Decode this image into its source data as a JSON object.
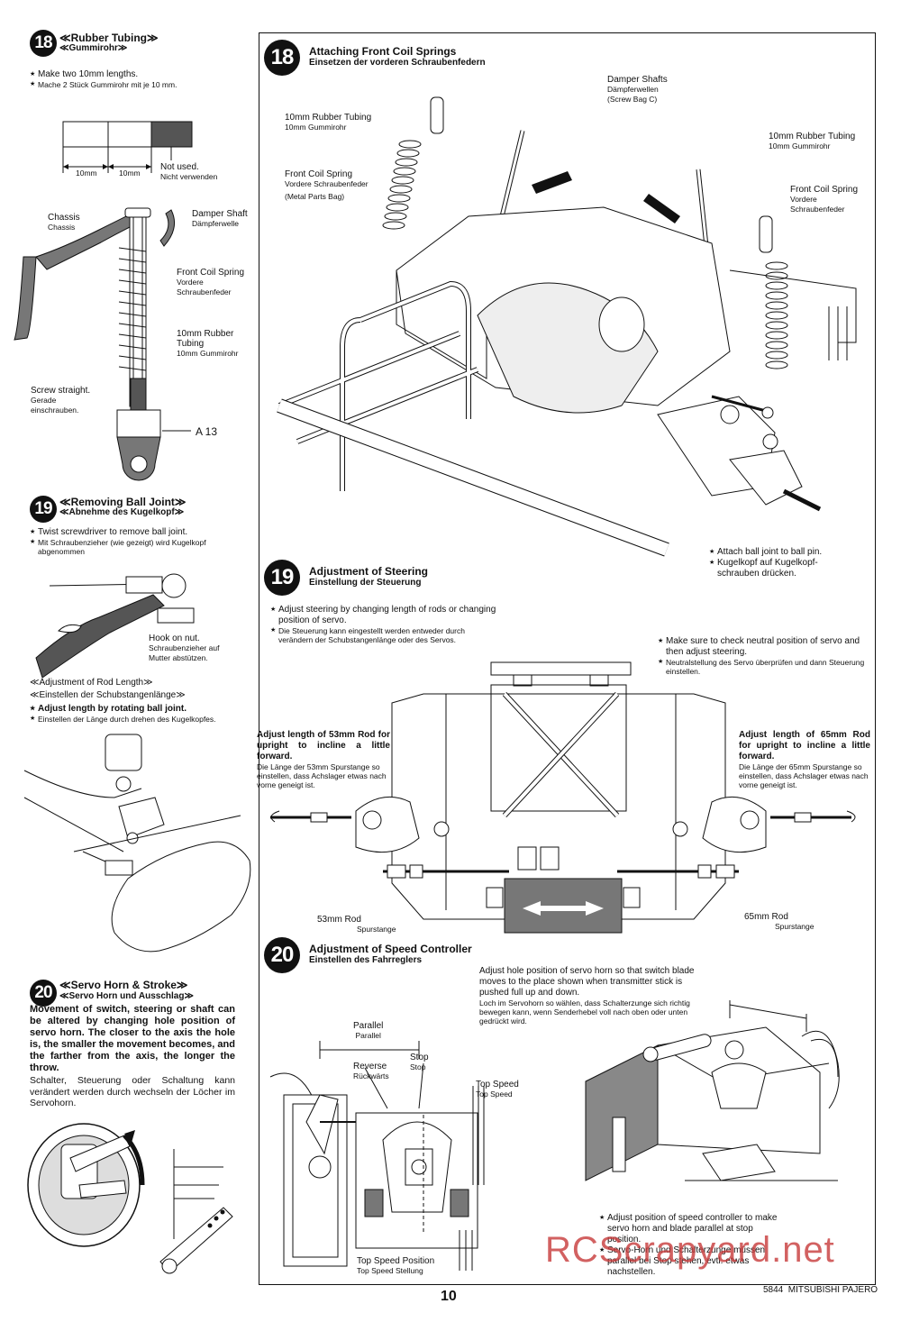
{
  "page": {
    "number": "10",
    "footer_model": "5844  MITSUBISHI PAJERO",
    "watermark": "RCScrapyard.net"
  },
  "left": {
    "s18": {
      "num": "18",
      "title_en": "≪Rubber Tubing≫",
      "title_de": "≪Gummirohr≫",
      "bullet_en": "Make two 10mm lengths.",
      "bullet_de": "Mache 2 Stück Gummirohr mit je 10 mm.",
      "dim_a": "10mm",
      "dim_b": "10mm",
      "not_used_en": "Not used.",
      "not_used_de": "Nicht verwenden",
      "chassis_en": "Chassis",
      "chassis_de": "Chassis",
      "damper_en": "Damper Shaft",
      "damper_de": "Dämpferwelle",
      "spring_en": "Front Coil Spring",
      "spring_de": "Vordere Schraubenfeder",
      "tube_en": "10mm Rubber Tubing",
      "tube_de": "10mm Gummirohr",
      "screw_en": "Screw straight.",
      "screw_de": "Gerade einschrauben.",
      "part": "A 13"
    },
    "s19": {
      "num": "19",
      "title_en": "≪Removing Ball Joint≫",
      "title_de": "≪Abnehme des Kugelkopf≫",
      "bullet_en": "Twist screwdriver to remove ball joint.",
      "bullet_de": "Mit Schraubenzieher (wie gezeigt) wird Kugelkopf abgenommen",
      "hook_en": "Hook on nut.",
      "hook_de": "Schraubenzieher auf Mutter abstützen.",
      "rod_title_en": "≪Adjustment of Rod Length≫",
      "rod_title_de": "≪Einstellen der Schubstangenlänge≫",
      "rod_bullet_en": "Adjust length by rotating ball joint.",
      "rod_bullet_de": "Einstellen der Länge durch drehen des Kugelkopfes."
    },
    "s20": {
      "num": "20",
      "title_en": "≪Servo Horn & Stroke≫",
      "title_de": "≪Servo Horn und Ausschlag≫",
      "body_en": "Movement of switch, steering or shaft can be altered by changing hole position of servo horn. The closer to the axis the hole is, the smaller the movement becomes, and the farther from the axis, the longer the throw.",
      "body_de": "Schalter, Steuerung oder Schaltung kann verändert werden durch wechseln der Löcher im Servohorn."
    }
  },
  "right": {
    "s18": {
      "num": "18",
      "title_en": "Attaching Front Coil Springs",
      "title_de": "Einsetzen der vorderen Schraubenfedern",
      "damper_en": "Damper Shafts",
      "damper_de": "Dämpferwellen",
      "damper_bag": "(Screw Bag C)",
      "tube_l_en": "10mm Rubber Tubing",
      "tube_l_de": "10mm Gummirohr",
      "spring_l_en": "Front Coil Spring",
      "spring_l_de": "Vordere Schraubenfeder",
      "spring_l_bag": "(Metal Parts Bag)",
      "tube_r_en": "10mm Rubber Tubing",
      "tube_r_de": "10mm Gummirohr",
      "spring_r_en": "Front Coil Spring",
      "spring_r_de": "Vordere Schraubenfeder",
      "ball_en": "Attach ball joint to ball pin.",
      "ball_de": "Kugelkopf auf Kugelkopf-schrauben drücken."
    },
    "s19": {
      "num": "19",
      "title_en": "Adjustment of Steering",
      "title_de": "Einstellung der Steuerung",
      "bullet_en": "Adjust steering by changing length of rods or changing position of servo.",
      "bullet_de": "Die Steuerung kann eingestellt werden entweder durch verändern der Schubstangenlänge oder des Servos.",
      "neutral_en": "Make sure to check neutral position of servo and then adjust steering.",
      "neutral_de": "Neutralstellung des Servo überprüfen und dann Steuerung einstellen.",
      "left_en": "Adjust length of 53mm Rod for upright to incline a little forward.",
      "left_de": "Die Länge der 53mm Spurstange so einstellen, dass Achslager etwas nach vorne geneigt ist.",
      "right_en": "Adjust length of 65mm Rod for upright to incline a little forward.",
      "right_de": "Die Länge der 65mm Spurstange so einstellen, dass Achslager etwas nach vorne geneigt ist.",
      "rod53_en": "53mm Rod",
      "rod53_de": "Spurstange",
      "rod65_en": "65mm Rod",
      "rod65_de": "Spurstange"
    },
    "s20": {
      "num": "20",
      "title_en": "Adjustment of Speed Controller",
      "title_de": "Einstellen des Fahrreglers",
      "intro_en": "Adjust hole position of servo horn so that switch blade moves to the place shown when transmitter stick is pushed full up and down.",
      "intro_de": "Loch im Servohorn so wählen, dass Schalterzunge sich richtig bewegen kann, wenn Senderhebel voll nach oben oder unten gedrückt wird.",
      "parallel_en": "Parallel",
      "parallel_de": "Parallel",
      "reverse_en": "Reverse",
      "reverse_de": "Rückwärts",
      "stop_en": "Stop",
      "stop_de": "Stop",
      "top_en": "Top Speed",
      "top_de": "Top Speed",
      "toppos_en": "Top Speed Position",
      "toppos_de": "Top Speed Stellung",
      "adjust_en": "Adjust position of speed controller to make servo horn and blade parallel at stop position.",
      "adjust_de": "Servo-Horn und Schalterzunge müssen parallel bei Stop stehen, evtl. etwas nachstellen."
    }
  }
}
